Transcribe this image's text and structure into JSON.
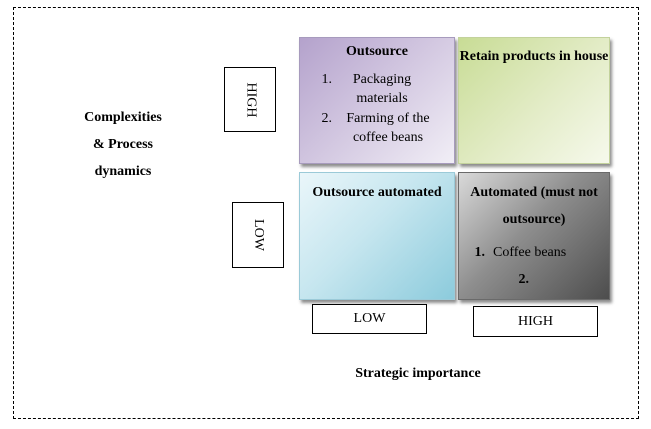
{
  "y_axis": {
    "title_line1": "Complexities",
    "title_line2": "& Process",
    "title_line3": "dynamics",
    "high_label": "HIGH",
    "low_label": "LOW"
  },
  "x_axis": {
    "title": "Strategic importance",
    "low_label": "LOW",
    "high_label": "HIGH"
  },
  "quadrants": {
    "top_left": {
      "title": "Outsource",
      "items": [
        {
          "num": "1.",
          "text": "Packaging materials"
        },
        {
          "num": "2.",
          "text": "Farming of the coffee beans"
        }
      ]
    },
    "top_right": {
      "title": "Retain products in house"
    },
    "bottom_left": {
      "title": "Outsource automated"
    },
    "bottom_right": {
      "title": "Automated (must not outsource)",
      "items": [
        {
          "num": "1.",
          "text": "Coffee beans"
        },
        {
          "num": "2.",
          "text": ""
        }
      ]
    }
  },
  "colors": {
    "top_left": "#b4a2cc",
    "top_right": "#c8dc95",
    "bottom_left": "#8ccbdc",
    "bottom_right": "#4d4d4d"
  }
}
